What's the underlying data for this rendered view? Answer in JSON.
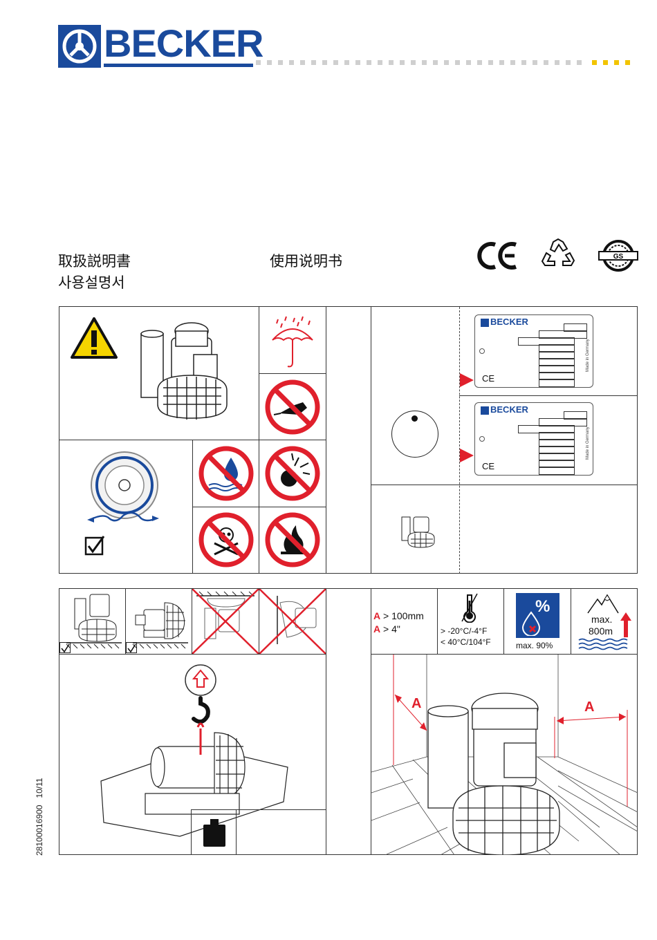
{
  "header": {
    "brand": "BECKER"
  },
  "titles": {
    "japanese": "取扱説明書",
    "korean": "사용설명서",
    "chinese": "使用说明书"
  },
  "certifications": {
    "ce": "CE"
  },
  "nameplate": {
    "brand": "BECKER",
    "ce": "CE",
    "made_in": "Made in Germany"
  },
  "clearance": {
    "letter": "A",
    "metric": "> 100mm",
    "imperial": "> 4\""
  },
  "temperature": {
    "min": "> -20°C/-4°F",
    "max": "< 40°C/104°F"
  },
  "humidity": {
    "symbol": "%",
    "max": "max. 90%"
  },
  "altitude": {
    "line1": "max.",
    "line2": "800m"
  },
  "dimension_label": "A",
  "footer": {
    "doc_number": "28100016900",
    "date": "10/11"
  },
  "colors": {
    "brand_blue": "#1a4a9c",
    "warning_red": "#e0202c",
    "warning_yellow": "#f5d400"
  }
}
